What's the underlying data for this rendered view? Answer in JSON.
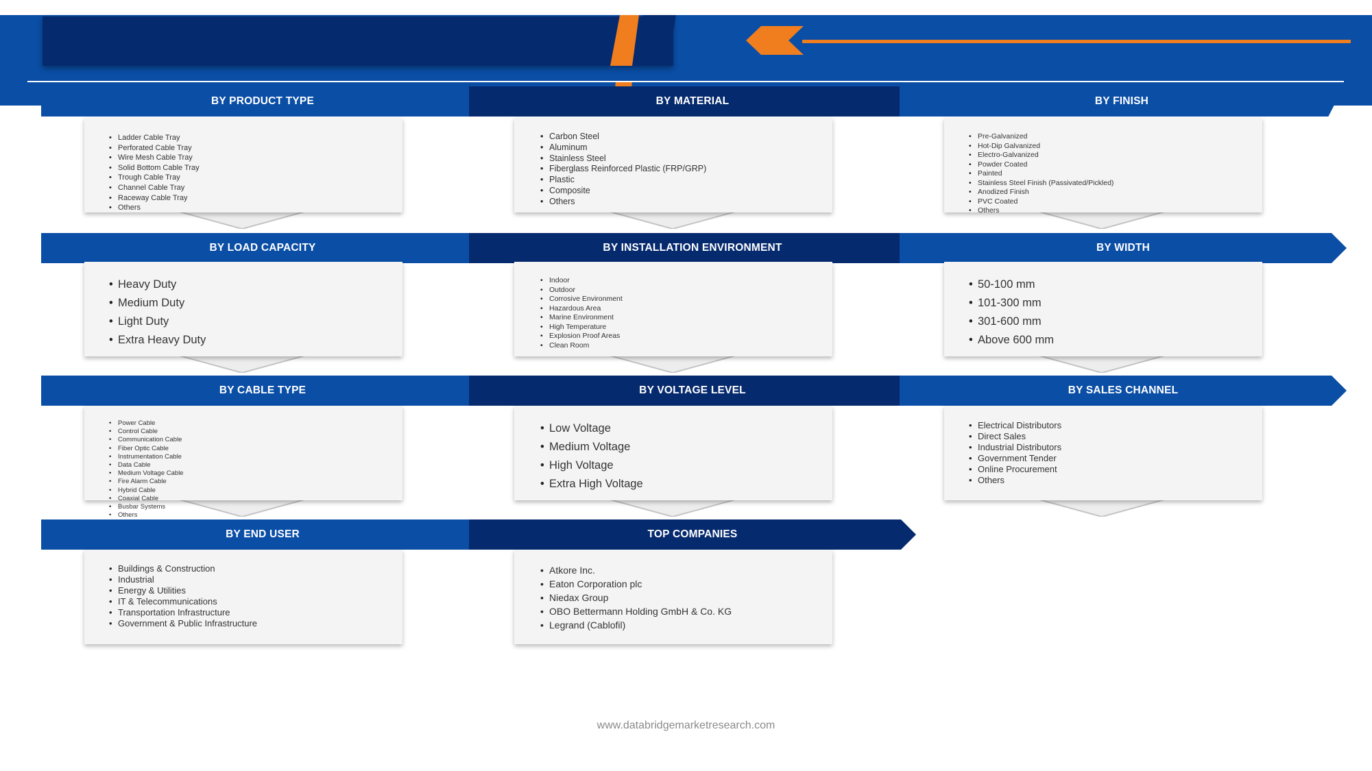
{
  "colors": {
    "blue": "#0a4ea6",
    "navy": "#062a6e",
    "orange": "#f07e1e",
    "card": "#f4f4f4"
  },
  "segments": [
    {
      "title": "BY PRODUCT TYPE",
      "items": [
        "Ladder Cable Tray",
        "Perforated Cable Tray",
        "Wire Mesh Cable Tray",
        "Solid Bottom Cable Tray",
        "Trough Cable Tray",
        "Channel Cable Tray",
        "Raceway Cable Tray",
        "Others"
      ]
    },
    {
      "title": "BY MATERIAL",
      "items": [
        "Carbon Steel",
        "Aluminum",
        "Stainless Steel",
        "Fiberglass Reinforced Plastic (FRP/GRP)",
        "Plastic",
        "Composite",
        "Others"
      ]
    },
    {
      "title": "BY FINISH",
      "items": [
        "Pre-Galvanized",
        "Hot-Dip Galvanized",
        "Electro-Galvanized",
        "Powder Coated",
        "Painted",
        "Stainless Steel Finish (Passivated/Pickled)",
        "Anodized Finish",
        "PVC Coated",
        "Others"
      ]
    },
    {
      "title": "BY LOAD CAPACITY",
      "items": [
        "Heavy Duty",
        "Medium Duty",
        "Light Duty",
        "Extra Heavy Duty"
      ]
    },
    {
      "title": "BY INSTALLATION ENVIRONMENT",
      "items": [
        "Indoor",
        "Outdoor",
        "Corrosive Environment",
        "Hazardous Area",
        "Marine Environment",
        "High Temperature",
        "Explosion Proof Areas",
        "Clean Room"
      ]
    },
    {
      "title": "BY WIDTH",
      "items": [
        "50-100 mm",
        "101-300 mm",
        "301-600 mm",
        "Above 600 mm"
      ]
    },
    {
      "title": "BY CABLE TYPE",
      "items": [
        "Power Cable",
        "Control Cable",
        "Communication Cable",
        "Fiber Optic Cable",
        "Instrumentation Cable",
        "Data Cable",
        "Medium Voltage Cable",
        "Fire Alarm Cable",
        "Hybrid Cable",
        "Coaxial Cable",
        "Busbar Systems",
        "Others"
      ]
    },
    {
      "title": "BY VOLTAGE LEVEL",
      "items": [
        "Low Voltage",
        "Medium Voltage",
        "High Voltage",
        "Extra High Voltage"
      ]
    },
    {
      "title": "BY SALES CHANNEL",
      "items": [
        "Electrical Distributors",
        "Direct Sales",
        "Industrial Distributors",
        "Government Tender",
        "Online Procurement",
        "Others"
      ]
    },
    {
      "title": "BY END USER",
      "items": [
        "Buildings & Construction",
        "Industrial",
        "Energy & Utilities",
        "IT & Telecommunications",
        "Transportation Infrastructure",
        "Government & Public Infrastructure"
      ]
    },
    {
      "title": "TOP COMPANIES",
      "items": [
        "Atkore Inc.",
        "Eaton Corporation plc",
        "Niedax Group",
        "OBO Bettermann Holding GmbH & Co. KG",
        "Legrand (Cablofil)"
      ]
    }
  ],
  "footer": "www.databridgemarketresearch.com"
}
